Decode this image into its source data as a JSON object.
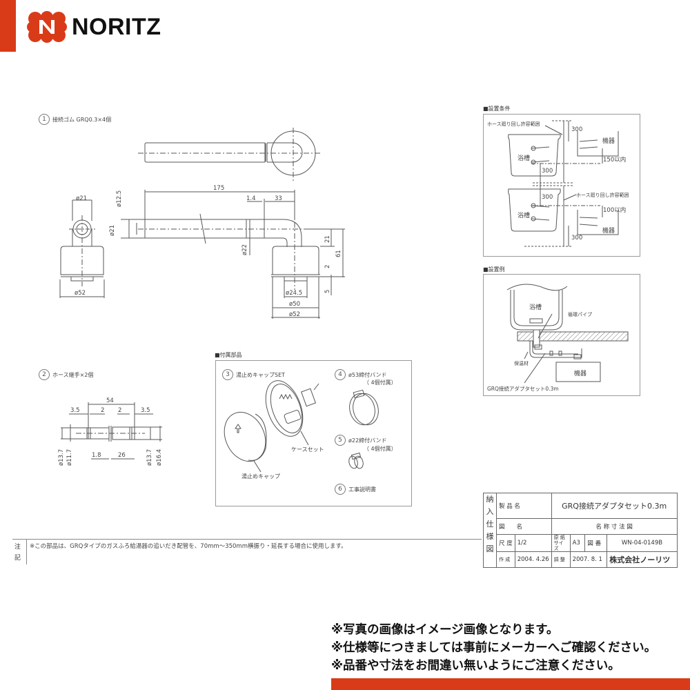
{
  "brand": {
    "name": "NORITZ",
    "accent_color": "#d93b18"
  },
  "part1": {
    "number": "1",
    "label": "接続ゴム GRQ0.3×4個",
    "dims": {
      "length_175": "175",
      "d_1_4": "1.4",
      "d_33": "33",
      "phi21_top": "ø21",
      "phi12_5": "ø12.5",
      "phi21_side": "ø21",
      "phi22": "ø22",
      "h21": "21",
      "h61": "61",
      "h2": "2",
      "h5": "5",
      "phi24_5": "ø24.5",
      "phi50": "ø50",
      "phi52_right": "ø52",
      "phi52_left": "ø52"
    }
  },
  "part2": {
    "number": "2",
    "label": "ホース継手×2個",
    "dims": {
      "len54": "54",
      "d3_5_left": "3.5",
      "d2_left": "2",
      "d2_right": "2",
      "d3_5_right": "3.5",
      "d1_8": "1.8",
      "d26": "26",
      "phi13_7_left": "ø13.7",
      "phi11_7": "ø11.7",
      "phi13_7_right": "ø13.7",
      "phi16_4": "ø16.4"
    }
  },
  "accessories": {
    "title": "■付属部品",
    "items": [
      {
        "number": "3",
        "label": "湯止めキャップSET"
      },
      {
        "number": "4",
        "label": "ø53締付バンド",
        "sub": "（ 4個付属）"
      },
      {
        "number": "5",
        "label": "ø22締付バンド",
        "sub": "（ 4個付属）"
      },
      {
        "number": "6",
        "label": "工事説明書"
      }
    ],
    "callouts": {
      "case_set": "ケースセット",
      "stop_cap": "湯止めキャップ"
    }
  },
  "install_conditions": {
    "title": "■設置条件",
    "hose_range_1": "ホース廻り回し許容範囲",
    "hose_range_2": "ホース廻り回し許容範囲",
    "bathtub_1": "浴槽",
    "bathtub_2": "浴槽",
    "device_1": "機器",
    "device_2": "機器",
    "d300_a": "300",
    "d300_b": "300",
    "d300_c": "300",
    "d300_d": "300",
    "within150": "150以内",
    "within100": "100以内"
  },
  "install_example": {
    "title": "■設置例",
    "bathtub": "浴槽",
    "circ_pipe": "循環パイプ",
    "insulation": "保温材",
    "device": "機器",
    "adapter": "GRQ接続アダプタセット0.3m"
  },
  "note": {
    "heading_1": "注",
    "heading_2": "記",
    "text": "※この部品は、GRQタイプのガスふろ給湯器の追いだき配管を、70mm〜350mm横振り・延長する場合に使用します。"
  },
  "title_block": {
    "side_label": [
      "納",
      "入",
      "仕",
      "様",
      "図"
    ],
    "product_name_label": "製 品 名",
    "product_name": "GRQ接続アダプタセット0.3m",
    "drawing_name_label": "図　　名",
    "drawing_name": "名 称 寸 法 図",
    "scale_label": "尺 度",
    "scale": "1/2",
    "paper_label": "原 紙 サイズ",
    "paper": "A3",
    "drawing_no_label": "図 番",
    "drawing_no": "WN-04-0149B",
    "created_label": "作 成",
    "created": "2004. 4.26",
    "revised_label": "調 整",
    "revised": "2007. 8. 1",
    "company": "株式会社ノーリツ"
  },
  "bottom_notes": [
    "※写真の画像はイメージ画像となります。",
    "※仕様等につきましては事前にメーカーへご確認ください。",
    "※品番や寸法をお間違い無いようにご注意ください。"
  ]
}
